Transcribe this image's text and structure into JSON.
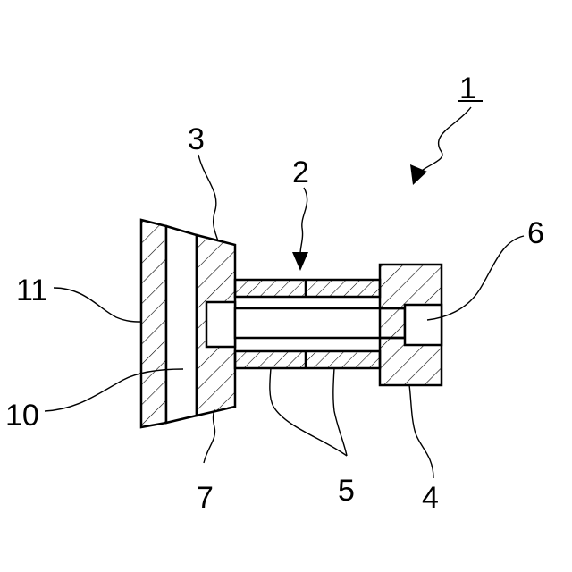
{
  "diagram": {
    "title": "",
    "labels": {
      "assembly": "1",
      "shaft_assembly": "2",
      "tapered_head": "3",
      "end_block": "4",
      "spacer_tubes": "5",
      "pin_recess": "6",
      "head_bore": "7",
      "inner_layer": "10",
      "outer_layer": "11"
    }
  }
}
